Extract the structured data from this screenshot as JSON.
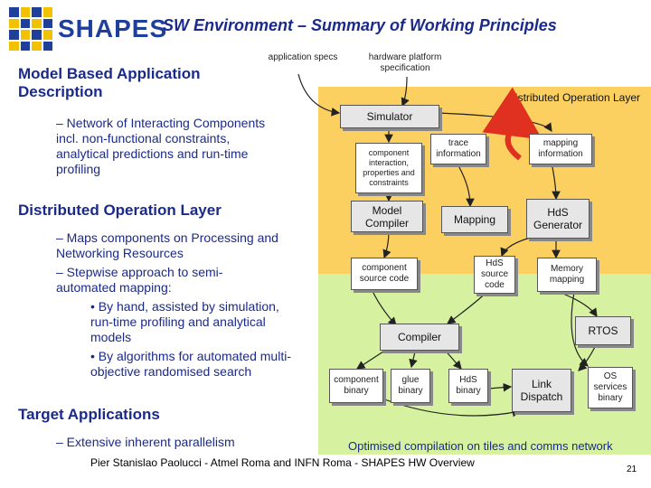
{
  "logo": {
    "text": "SHAPES"
  },
  "title": "SW Environment – Summary of Working Principles",
  "left": {
    "heading1": "Model Based Application Description",
    "bullet1": "– Network of Interacting Components incl. non-functional constraints, analytical predictions and run-time profiling",
    "heading2": "Distributed Operation Layer",
    "bullet2": "– Maps components on Processing and Networking Resources",
    "bullet3": "– Stepwise approach to semi-automated mapping:",
    "sub1": "• By hand, assisted by simulation, run-time profiling and analytical models",
    "sub2": "• By algorithms for automated multi-objective randomised search",
    "heading3": "Target Applications",
    "bullet4": "– Extensive inherent parallelism"
  },
  "diagram": {
    "application_specs": "application specs",
    "hw_spec": "hardware platform specification",
    "dol_label": "Distributed Operation Layer",
    "simulator": "Simulator",
    "component_interaction": "component interaction, properties and constraints",
    "trace_info": "trace information",
    "mapping_info": "mapping information",
    "model_compiler": "Model Compiler",
    "mapping": "Mapping",
    "hds_generator": "HdS Generator",
    "component_source": "component source code",
    "hds_source": "HdS source code",
    "memory_mapping": "Memory mapping",
    "compiler": "Compiler",
    "rtos": "RTOS",
    "component_binary": "component binary",
    "glue_binary": "glue binary",
    "hds_binary": "HdS binary",
    "link_dispatch": "Link Dispatch",
    "os_services": "OS services binary",
    "bottom_caption": "Optimised compilation on tiles and comms network"
  },
  "footer": "Pier Stanislao Paolucci - Atmel Roma and INFN Roma - SHAPES HW Overview",
  "page_number": "21",
  "colors": {
    "title_blue": "#1a2a8a",
    "panel_yellow": "#fcd060",
    "panel_green": "#d6f2a0",
    "arrow_red": "#e03020"
  }
}
